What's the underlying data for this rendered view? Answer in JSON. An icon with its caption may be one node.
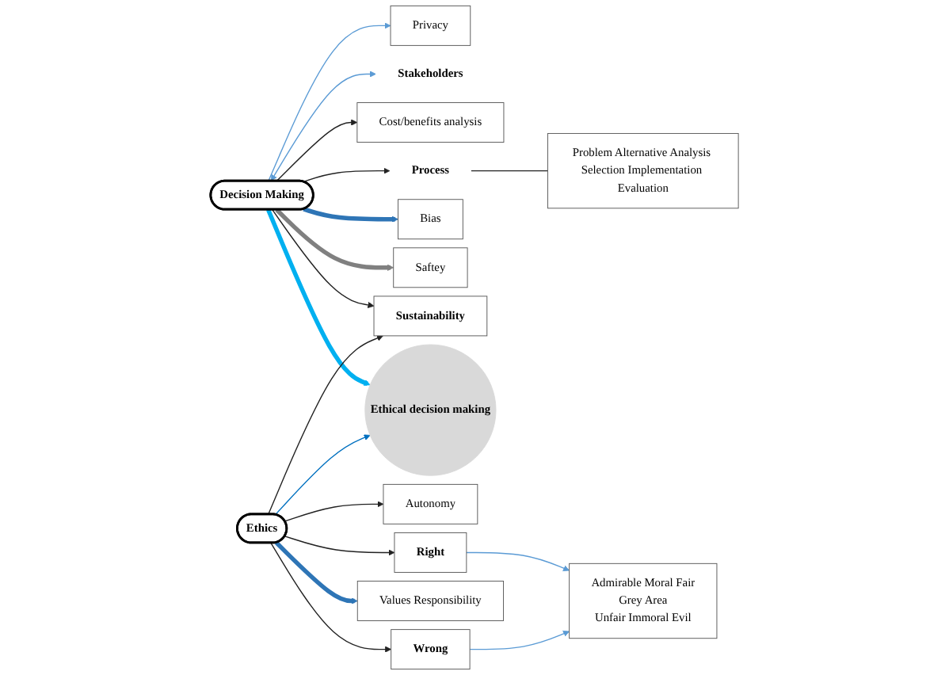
{
  "diagram": {
    "nodes": [
      {
        "text": [
          "Privacy"
        ]
      },
      {
        "text": [
          "Stakeholders"
        ]
      },
      {
        "text": [
          "Cost/benefits analysis"
        ]
      },
      {
        "text": [
          "Decision Making"
        ]
      },
      {
        "text": [
          "Ethical decision making"
        ]
      },
      {
        "text": [
          "Autonomy"
        ]
      },
      {
        "text": [
          "Right"
        ]
      },
      {
        "text": [
          "Ethics"
        ]
      },
      {
        "text": [
          "Admirable Moral Fair",
          "Grey Area",
          "Unfair Immoral Evil"
        ]
      },
      {
        "text": [
          "Process"
        ]
      },
      {
        "text": [
          "Bias"
        ]
      },
      {
        "text": [
          "Saftey"
        ]
      },
      {
        "text": [
          "Sustainability"
        ]
      },
      {
        "text": [
          "Values Responsibility"
        ]
      },
      {
        "text": [
          "Wrong"
        ]
      },
      {
        "text": [
          "Problem Alternative Analysis Selection Implementation Evaluation"
        ]
      }
    ],
    "edges": [
      {
        "from": 3,
        "to": 0,
        "arrow": "to",
        "color": "#5b9bd5"
      },
      {
        "from": 3,
        "to": 1,
        "arrow": "both",
        "color": "#5b9bd5"
      },
      {
        "from": 3,
        "to": 2,
        "arrow": "to"
      },
      {
        "from": 3,
        "to": 4,
        "arrow": "to",
        "style": "thick",
        "color": "#00b0f0"
      },
      {
        "from": 7,
        "to": 4,
        "arrow": "to",
        "color": "#0070c0"
      },
      {
        "from": 7,
        "to": 5,
        "arrow": "to"
      },
      {
        "from": 7,
        "to": 6,
        "arrow": "to"
      },
      {
        "from": 6,
        "to": 8,
        "arrow": "to",
        "color": "#5b9bd5"
      },
      {
        "from": 14,
        "to": 8,
        "arrow": "to",
        "color": "#5b9bd5"
      },
      {
        "from": 3,
        "to": 12,
        "arrow": "to"
      },
      {
        "from": 7,
        "to": 12,
        "arrow": "to"
      },
      {
        "from": 3,
        "to": 9,
        "arrow": "to"
      },
      {
        "from": 9,
        "to": 15,
        "arrow": "none"
      },
      {
        "from": 3,
        "to": 10,
        "arrow": "to",
        "style": "thick",
        "color": "#2e75b6"
      },
      {
        "from": 3,
        "to": 11,
        "arrow": "to",
        "style": "thick",
        "color": "#808080"
      },
      {
        "from": 7,
        "to": 13,
        "arrow": "to",
        "style": "thick",
        "color": "#2e75b6"
      },
      {
        "from": 7,
        "to": 14,
        "arrow": "to"
      }
    ]
  }
}
